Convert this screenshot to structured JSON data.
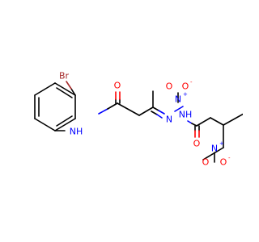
{
  "molecule": {
    "atoms": {
      "bromine": "Br",
      "amide_nh": "NH",
      "amide_o": "O",
      "hydrazone_n": "N",
      "hydrazide_nh": "NH",
      "hydrazide_o": "O",
      "nitro1_n": "N",
      "nitro1_o_top": "O",
      "nitro1_o_minus": "O",
      "nitro2_n": "N",
      "nitro2_o_top": "O",
      "nitro2_o_minus": "O"
    },
    "charges": {
      "nitro1_n_plus": "+",
      "nitro1_o_minus": "-",
      "nitro2_n_plus": "+",
      "nitro2_o_minus": "-"
    },
    "colors": {
      "bond": "#000000",
      "oxygen": "#ff0000",
      "nitrogen": "#0000ff",
      "bromine": "#a52a2a"
    }
  }
}
